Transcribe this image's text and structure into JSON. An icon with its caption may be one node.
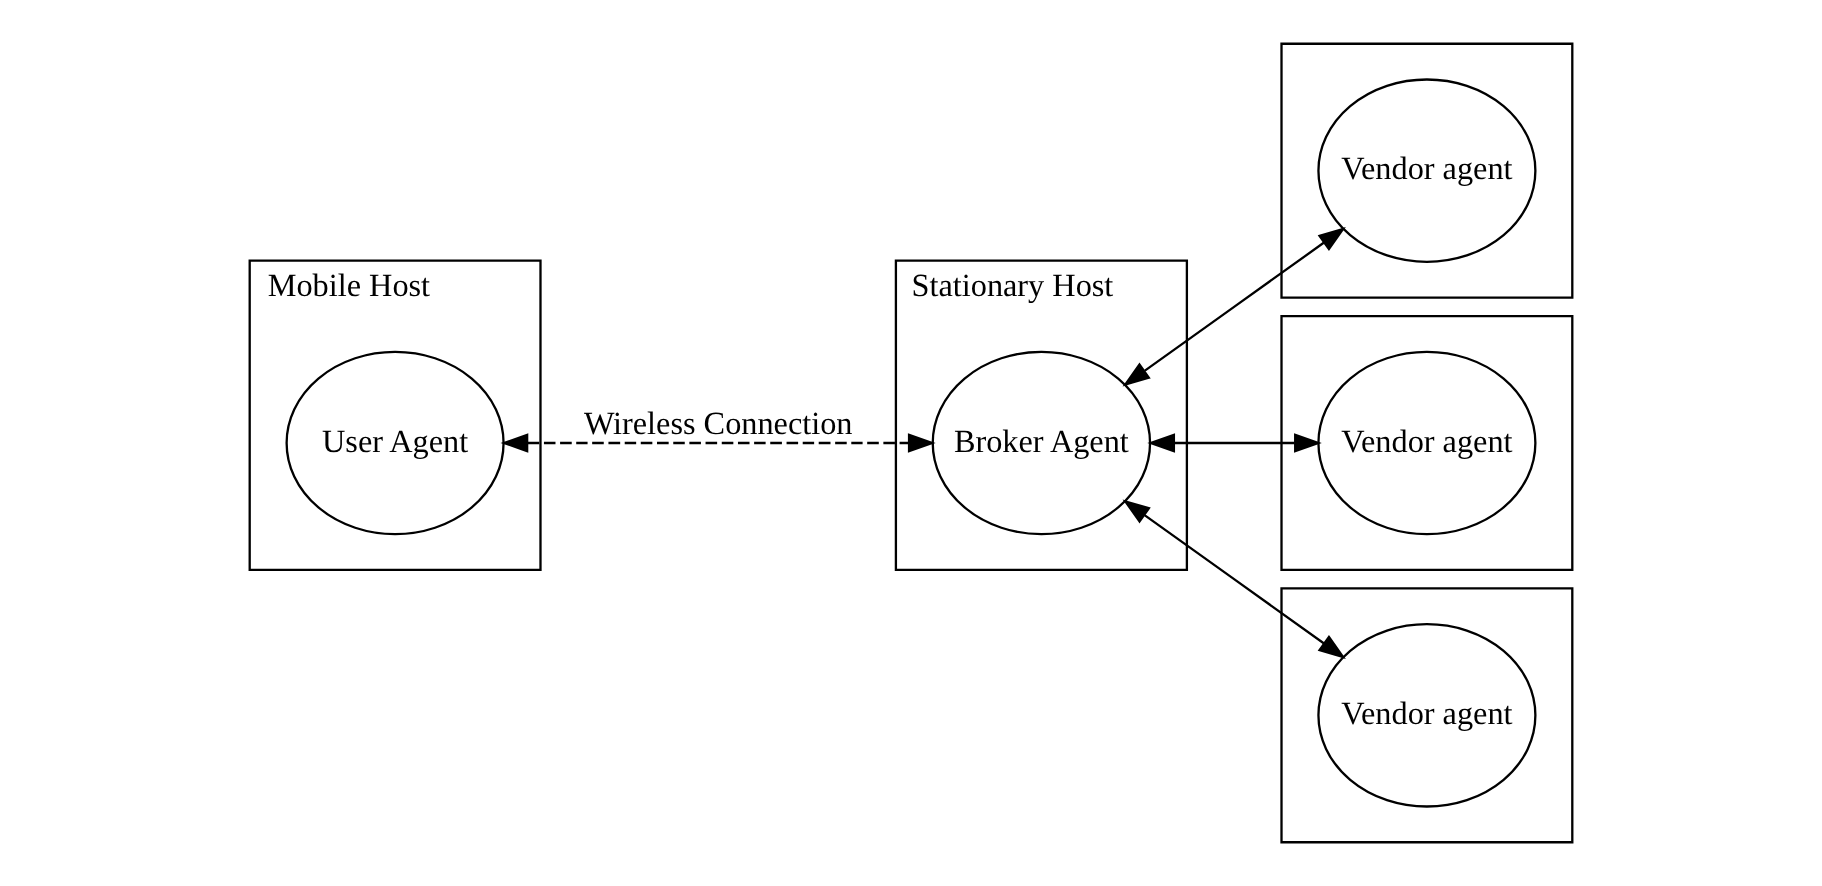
{
  "diagram": {
    "nodes": [
      {
        "text": [
          "Stationary Host"
        ]
      },
      {
        "text": [
          "Broker Agent"
        ],
        "in": 0
      },
      {
        "text": [],
        "shape": "box"
      },
      {
        "text": [
          "Vendor agent"
        ],
        "in": 2
      },
      {
        "text": [
          "Mobile Host"
        ]
      },
      {
        "text": [
          "User Agent"
        ],
        "in": 4
      },
      {
        "text": [],
        "shape": "box"
      },
      {
        "text": [
          "Vendor agent"
        ],
        "in": 6
      },
      {
        "text": [],
        "shape": "box"
      },
      {
        "text": [
          "Vendor agent"
        ],
        "in": 8
      }
    ],
    "edges": [
      {
        "from": 1,
        "to": 3,
        "arrow": "both"
      },
      {
        "from": 1,
        "to": 7,
        "arrow": "both"
      },
      {
        "from": 1,
        "to": 9,
        "arrow": "both"
      },
      {
        "from": 5,
        "to": 1,
        "arrow": "both",
        "style": "dashed",
        "label": "Wireless Connection"
      }
    ]
  }
}
